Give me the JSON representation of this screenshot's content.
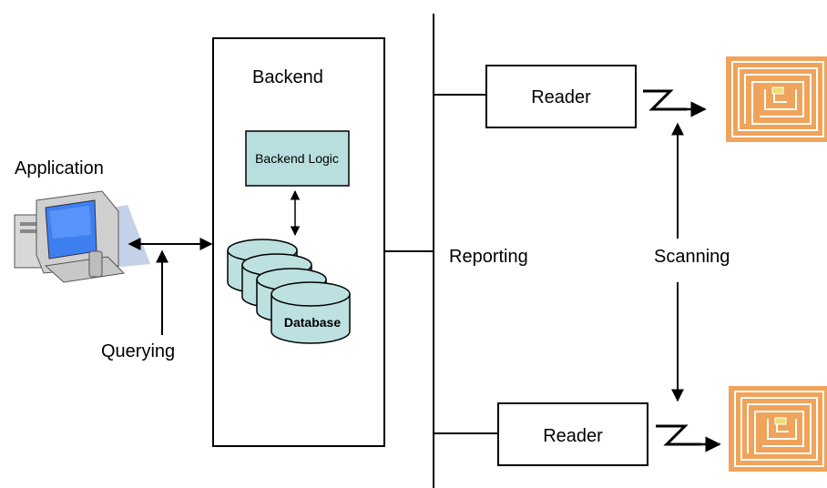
{
  "labels": {
    "application": "Application",
    "backend": "Backend",
    "backend_logic": "Backend Logic",
    "database": "Database",
    "querying": "Querying",
    "reporting": "Reporting",
    "scanning": "Scanning",
    "reader_top": "Reader",
    "reader_bottom": "Reader"
  },
  "colors": {
    "line": "#000000",
    "backend_logic_fill": "#b8dede",
    "database_fill": "#bde0e0",
    "tag_fill": "#f0a35a",
    "tag_trace": "#ffffff",
    "monitor_screen": "#3d7ff0"
  },
  "icons": {
    "application": "computer-icon",
    "tags": "rfid-tag-icon",
    "wireless": "wireless-signal-icon"
  }
}
